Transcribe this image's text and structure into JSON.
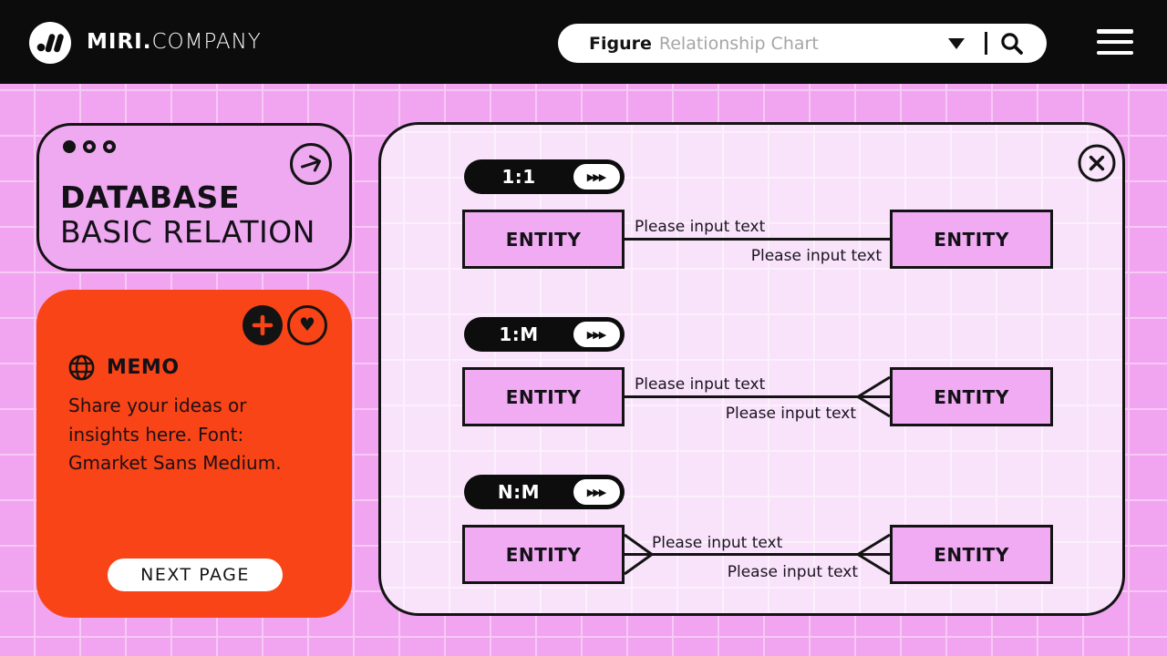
{
  "colors": {
    "header_bg": "#0c0c0c",
    "background_pink": "#f1a4ef",
    "grid_line": "#f7c9f5",
    "card_pink": "#efa9f1",
    "panel_bg": "#f8e3fa",
    "entity_fill": "#f0abf2",
    "accent_orange": "#f84416",
    "ink_black": "#131313",
    "white": "#ffffff"
  },
  "glyphs": {
    "forward_arrows": "▶▶▶",
    "heart": "♥"
  },
  "header": {
    "brand_bold": "MIRI.",
    "brand_light": "COMPANY",
    "search": {
      "primary": "Figure",
      "secondary": "Relationship Chart"
    }
  },
  "title_card": {
    "line1": "DATABASE",
    "line2": "BASIC RELATION"
  },
  "memo_card": {
    "title": "MEMO",
    "body": "Share your ideas or insights here. Font: Gmarket Sans Medium.",
    "button_label": "NEXT PAGE"
  },
  "panel": {
    "rows": [
      {
        "badge": "1:1",
        "left_entity": "ENTITY",
        "right_entity": "ENTITY",
        "label_top": "Please input text",
        "label_bottom": "Please input text",
        "left_connector": "one",
        "right_connector": "one"
      },
      {
        "badge": "1:M",
        "left_entity": "ENTITY",
        "right_entity": "ENTITY",
        "label_top": "Please input text",
        "label_bottom": "Please input text",
        "left_connector": "one",
        "right_connector": "many"
      },
      {
        "badge": "N:M",
        "left_entity": "ENTITY",
        "right_entity": "ENTITY",
        "label_top": "Please input text",
        "label_bottom": "Please input text",
        "left_connector": "many",
        "right_connector": "many"
      }
    ]
  }
}
